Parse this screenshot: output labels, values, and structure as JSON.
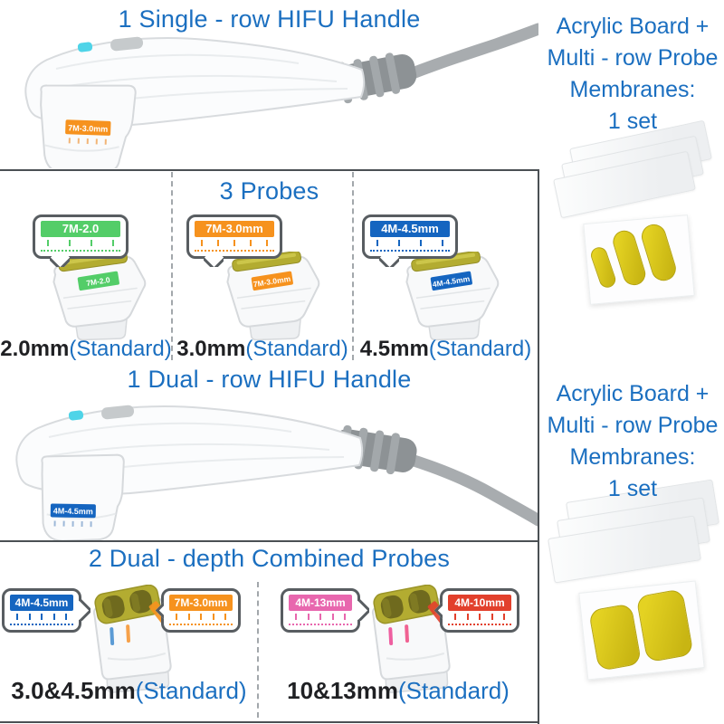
{
  "colors": {
    "title_blue": "#1b6fc0",
    "green": "#53cd68",
    "orange": "#f6921e",
    "blue": "#1565c0",
    "pink": "#e867ae",
    "red": "#e2402c",
    "olive_top": "#b3ac31",
    "cyan_button": "#4fd4e8"
  },
  "single_handle": {
    "title": "1 Single - row HIFU Handle",
    "probe_tag": "7M-3.0mm",
    "tag_color": "#f6921e"
  },
  "probes": {
    "title": "3 Probes",
    "items": [
      {
        "tag": "7M-2.0",
        "size": "2.0mm",
        "suffix": "(Standard)",
        "color": "#53cd68"
      },
      {
        "tag": "7M-3.0mm",
        "size": "3.0mm",
        "suffix": "(Standard)",
        "color": "#f6921e"
      },
      {
        "tag": "4M-4.5mm",
        "size": "4.5mm",
        "suffix": "(Standard)",
        "color": "#1565c0"
      }
    ]
  },
  "dual_handle": {
    "title": "1 Dual - row HIFU Handle",
    "probe_tag": "4M-4.5mm",
    "tag_color": "#1565c0"
  },
  "combined": {
    "title": "2 Dual - depth Combined Probes",
    "items": [
      {
        "tag_left": "4M-4.5mm",
        "color_left": "#1565c0",
        "stripe_left": "#5b9bd5",
        "tag_right": "7M-3.0mm",
        "color_right": "#f6921e",
        "stripe_right": "#f6a14a",
        "size": "3.0&4.5mm",
        "suffix": "(Standard)"
      },
      {
        "tag_left": "4M-13mm",
        "color_left": "#e867ae",
        "stripe_left": "#ee5fa0",
        "tag_right": "4M-10mm",
        "color_right": "#e2402c",
        "stripe_right": "#f06292",
        "size": "10&13mm",
        "suffix": "(Standard)"
      }
    ]
  },
  "accessories": [
    {
      "line1": "Acrylic Board +",
      "line2": "Multi - row Probe",
      "line3": "Membranes:",
      "line4": "1 set"
    },
    {
      "line1": "Acrylic Board +",
      "line2": "Multi - row Probe",
      "line3": "Membranes:",
      "line4": "1 set"
    }
  ]
}
